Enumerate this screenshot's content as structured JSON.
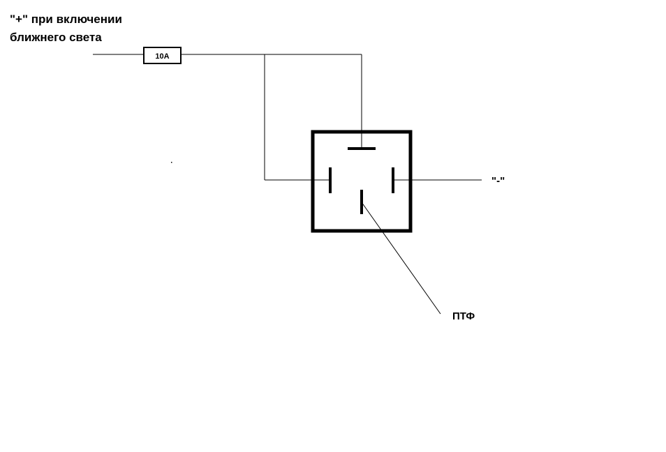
{
  "labels": {
    "plus_line1": "\"+\" при включении",
    "plus_line2": "ближнего света",
    "fuse": "10А",
    "minus": "\"-\"",
    "ptf": "ПТФ"
  },
  "colors": {
    "line": "#000000",
    "background": "#ffffff"
  }
}
